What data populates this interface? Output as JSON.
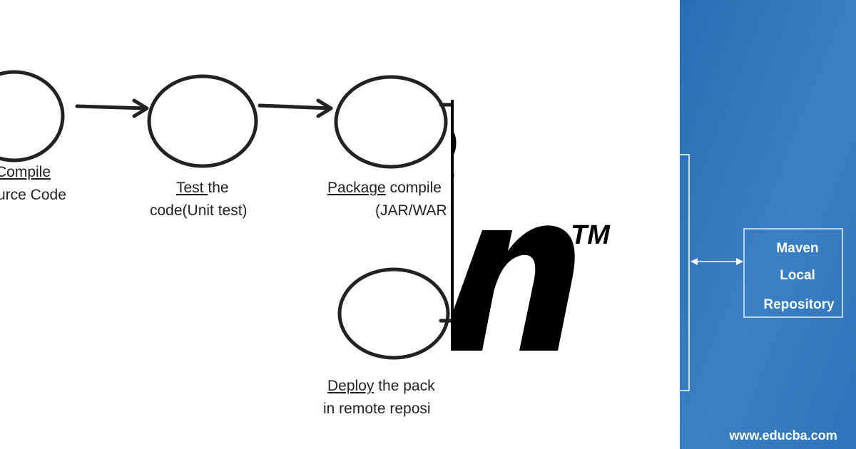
{
  "lifecycle": {
    "steps": [
      {
        "underlined": "Compile",
        "rest": "",
        "line2": "urce Code"
      },
      {
        "underlined": "Test ",
        "rest": "the",
        "line2": "code(Unit test)"
      },
      {
        "underlined": "Package",
        "rest": " compile",
        "line2": "(JAR/WAR"
      },
      {
        "underlined": "Deploy",
        "rest": " the pack",
        "line2": "in remote reposi"
      }
    ]
  },
  "logo": {
    "letter": "n",
    "trademark": "TM"
  },
  "repository_panel": {
    "box_lines": [
      "Maven",
      "Local",
      "Repository"
    ],
    "website": "www.educba.com",
    "background_color": "#2f74ba",
    "gradient_light": "#4a8bcc"
  }
}
